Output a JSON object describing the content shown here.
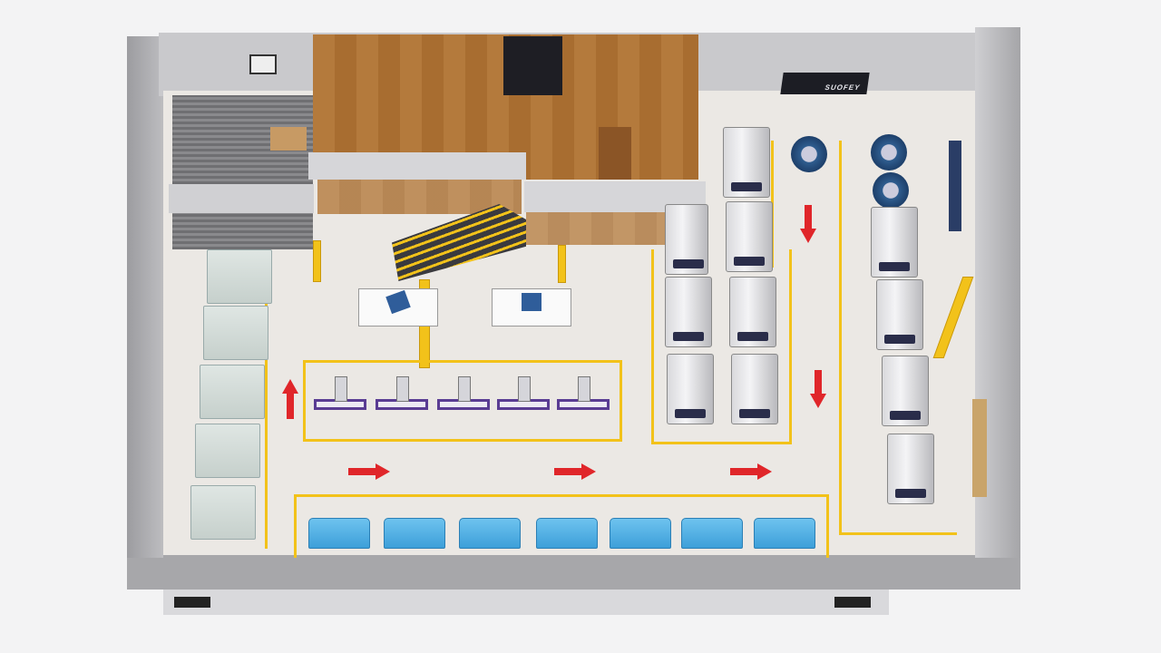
{
  "scene": {
    "type": "factory-floor-layout-3d-render",
    "poster_logo_text": "SUOFEY",
    "colors": {
      "safety_line": "#f2c21a",
      "flow_arrow": "#e0262a",
      "workstation": "#5a3c93",
      "machine_blue": "#3d9fd9",
      "wood_floor": "#b47a3c",
      "wall": "#a7a7aa"
    },
    "flow_arrows": [
      "up",
      "right",
      "right",
      "right",
      "down",
      "down"
    ]
  }
}
